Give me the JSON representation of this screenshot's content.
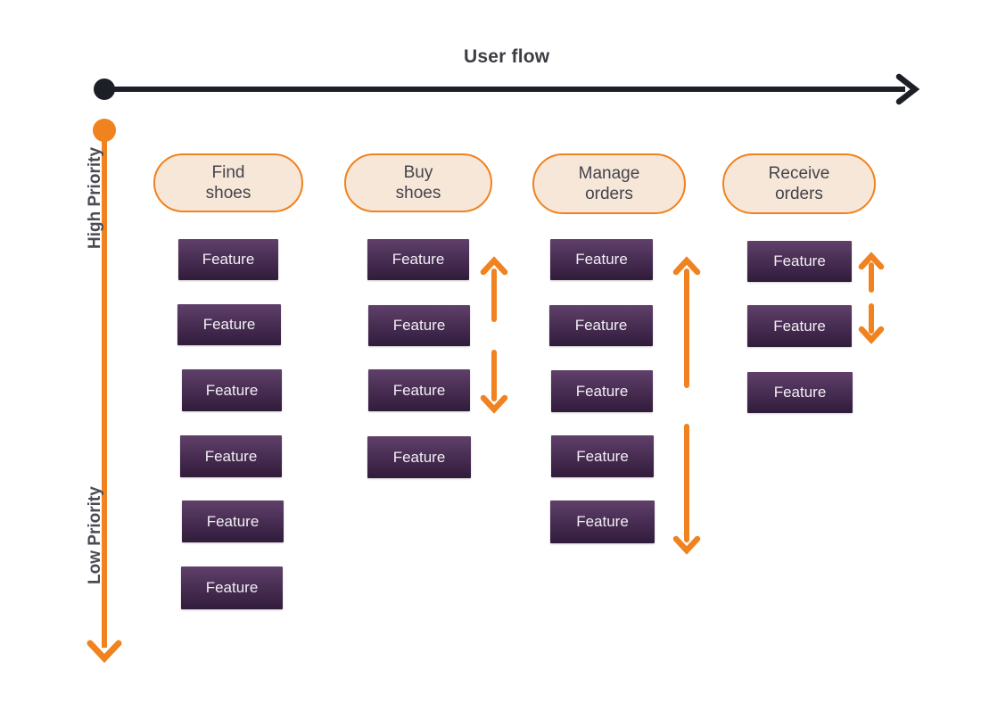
{
  "diagram": {
    "title": "User flow",
    "background": "#ffffff",
    "accent_orange": "#f0821f",
    "axis_black": "#1c1f26",
    "pill_fill": "#f7e7d9",
    "feature_gradient_top": "#60406a",
    "feature_gradient_bottom": "#311c3b",
    "text_dark": "#44444c"
  },
  "horizontal_axis": {
    "label": "User flow",
    "start_marker": "dot",
    "end_marker": "arrow-right"
  },
  "vertical_axis": {
    "top_label": "High Priority",
    "bottom_label": "Low Priority",
    "start_marker": "dot",
    "end_marker": "arrow-down"
  },
  "columns": [
    {
      "id": "find-shoes",
      "header": "Find\nshoes",
      "features": [
        {
          "label": "Feature"
        },
        {
          "label": "Feature"
        },
        {
          "label": "Feature"
        },
        {
          "label": "Feature"
        },
        {
          "label": "Feature"
        },
        {
          "label": "Feature"
        }
      ],
      "arrows": []
    },
    {
      "id": "buy-shoes",
      "header": "Buy\nshoes",
      "features": [
        {
          "label": "Feature"
        },
        {
          "label": "Feature"
        },
        {
          "label": "Feature"
        },
        {
          "label": "Feature"
        }
      ],
      "arrows": [
        {
          "direction": "up"
        },
        {
          "direction": "down"
        }
      ]
    },
    {
      "id": "manage-orders",
      "header": "Manage\norders",
      "features": [
        {
          "label": "Feature"
        },
        {
          "label": "Feature"
        },
        {
          "label": "Feature"
        },
        {
          "label": "Feature"
        },
        {
          "label": "Feature"
        }
      ],
      "arrows": [
        {
          "direction": "up"
        },
        {
          "direction": "down"
        }
      ]
    },
    {
      "id": "receive-orders",
      "header": "Receive\norders",
      "features": [
        {
          "label": "Feature"
        },
        {
          "label": "Feature"
        },
        {
          "label": "Feature"
        }
      ],
      "arrows": [
        {
          "direction": "up"
        },
        {
          "direction": "down"
        }
      ]
    }
  ]
}
